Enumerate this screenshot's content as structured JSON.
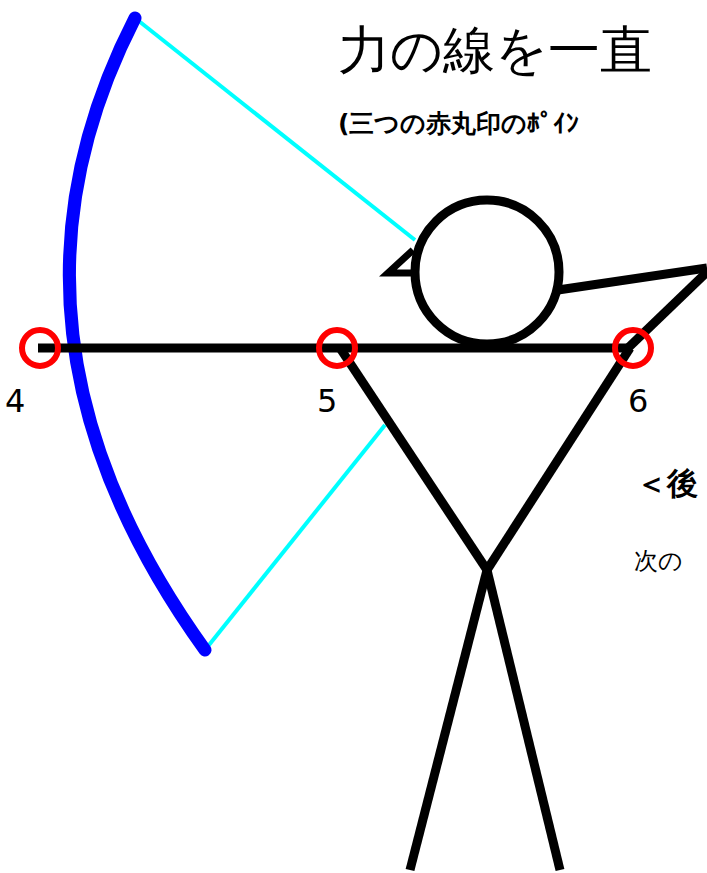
{
  "diagram": {
    "title": "力の線を一直",
    "labels": [
      "(三つの赤丸印のﾎﾟｲﾝ",
      "4",
      "5",
      "6",
      "＜後",
      "次の"
    ]
  }
}
